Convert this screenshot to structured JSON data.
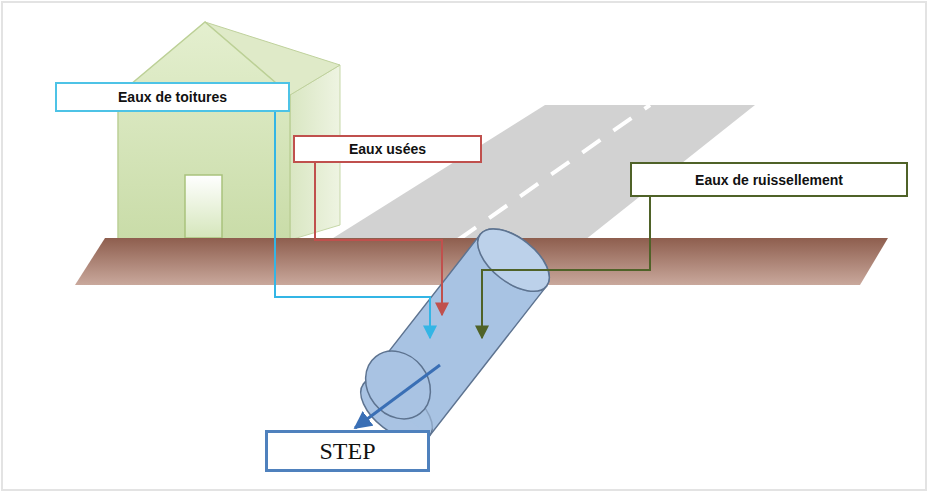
{
  "diagram": {
    "nodes": [
      {
        "text": [
          "Eaux de toitures"
        ]
      },
      {
        "text": [
          "Eaux usées"
        ]
      },
      {
        "text": [
          "Eaux de ruissellement"
        ]
      },
      {
        "text": [
          "STEP"
        ]
      }
    ]
  }
}
